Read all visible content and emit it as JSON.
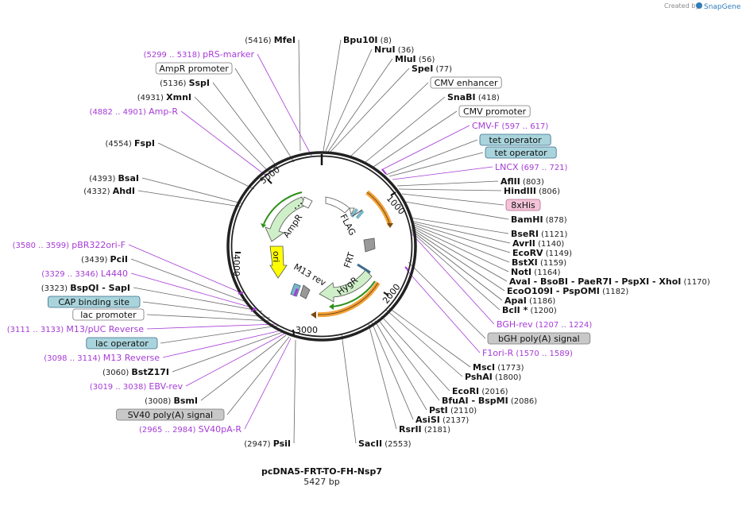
{
  "credit": {
    "prefix": "Created by",
    "brand": "SnapGene"
  },
  "plasmid": {
    "name": "pcDNA5-FRT-TO-FH-Nsp7",
    "length": "5427 bp"
  },
  "ring_ticks": [
    "1000",
    "2000",
    "3000",
    "4000",
    "5000"
  ],
  "features": {
    "ampr": "AmpR",
    "ori": "ori",
    "m13rev": "M13 rev",
    "hygr": "HygR",
    "frt": "FRT",
    "flag": "FLAG"
  },
  "colors": {
    "ampr": "#cfefc8",
    "ori": "#ffff00",
    "hygr": "#cfefc8",
    "orange": "#f2a23a",
    "green_arrow": "#2f8f1a",
    "primer": "#a63bd6",
    "box_blue": "#a9d4dc",
    "box_gray": "#c8c8c8",
    "box_pink": "#f3c3d8",
    "ring": "#222222"
  },
  "left_labels": [
    {
      "pos": "(5416)",
      "name": "MfeI"
    },
    {
      "range": "(5299 .. 5318)",
      "name": "pRS-marker",
      "kind": "primer"
    },
    {
      "name": "AmpR promoter",
      "kind": "box-white"
    },
    {
      "pos": "(5136)",
      "name": "SspI"
    },
    {
      "pos": "(4931)",
      "name": "XmnI"
    },
    {
      "range": "(4882 .. 4901)",
      "name": "Amp-R",
      "kind": "primer"
    },
    {
      "pos": "(4554)",
      "name": "FspI"
    },
    {
      "pos": "(4393)",
      "name": "BsaI"
    },
    {
      "pos": "(4332)",
      "name": "AhdI"
    },
    {
      "range": "(3580 .. 3599)",
      "name": "pBR322ori-F",
      "kind": "primer"
    },
    {
      "pos": "(3439)",
      "name": "PciI"
    },
    {
      "range": "(3329 .. 3346)",
      "name": "L4440",
      "kind": "primer"
    },
    {
      "pos": "(3323)",
      "name": "BspQI",
      "extra": "-  SapI"
    },
    {
      "name": "CAP binding site",
      "kind": "box-blue"
    },
    {
      "name": "lac promoter",
      "kind": "box-white"
    },
    {
      "range": "(3111 .. 3133)",
      "name": "M13/pUC Reverse",
      "kind": "primer"
    },
    {
      "name": "lac operator",
      "kind": "box-blue"
    },
    {
      "range": "(3098 .. 3114)",
      "name": "M13 Reverse",
      "kind": "primer"
    },
    {
      "pos": "(3060)",
      "name": "BstZ17I"
    },
    {
      "range": "(3019 .. 3038)",
      "name": "EBV-rev",
      "kind": "primer"
    },
    {
      "pos": "(3008)",
      "name": "BsmI"
    },
    {
      "name": "SV40 poly(A) signal",
      "kind": "box-gray"
    },
    {
      "range": "(2965 .. 2984)",
      "name": "SV40pA-R",
      "kind": "primer"
    },
    {
      "pos": "(2947)",
      "name": "PsiI"
    }
  ],
  "right_labels": [
    {
      "name": "Bpu10I",
      "pos": "(8)"
    },
    {
      "name": "NruI",
      "pos": "(36)"
    },
    {
      "name": "MluI",
      "pos": "(56)"
    },
    {
      "name": "SpeI",
      "pos": "(77)"
    },
    {
      "name": "CMV enhancer",
      "kind": "box-white"
    },
    {
      "name": "SnaBI",
      "pos": "(418)"
    },
    {
      "name": "CMV promoter",
      "kind": "box-white"
    },
    {
      "name": "CMV-F",
      "range": "(597 .. 617)",
      "kind": "primer"
    },
    {
      "name": "tet operator",
      "kind": "box-blue"
    },
    {
      "name": "tet operator",
      "kind": "box-blue"
    },
    {
      "name": "LNCX",
      "range": "(697 .. 721)",
      "kind": "primer"
    },
    {
      "name": "AflII",
      "pos": "(803)"
    },
    {
      "name": "HindIII",
      "pos": "(806)"
    },
    {
      "name": "8xHis",
      "kind": "box-pink"
    },
    {
      "name": "BamHI",
      "pos": "(878)"
    },
    {
      "name": "BseRI",
      "pos": "(1121)"
    },
    {
      "name": "AvrII",
      "pos": "(1140)"
    },
    {
      "name": "EcoRV",
      "pos": "(1149)"
    },
    {
      "name": "BstXI",
      "pos": "(1159)"
    },
    {
      "name": "NotI",
      "pos": "(1164)"
    },
    {
      "name": "AvaI",
      "extra": "-  BsoBI   -  PaeR7I   -  PspXI   -  XhoI",
      "pos": "(1170)"
    },
    {
      "name": "EcoO109I",
      "extra": "-  PspOMI",
      "pos": "(1182)"
    },
    {
      "name": "ApaI",
      "pos": "(1186)"
    },
    {
      "name": "BclI *",
      "pos": "(1200)"
    },
    {
      "name": "BGH-rev",
      "range": "(1207 .. 1224)",
      "kind": "primer"
    },
    {
      "name": "bGH poly(A) signal",
      "kind": "box-gray"
    },
    {
      "name": "F1ori-R",
      "range": "(1570 .. 1589)",
      "kind": "primer"
    },
    {
      "name": "MscI",
      "pos": "(1773)"
    },
    {
      "name": "PshAI",
      "pos": "(1800)"
    },
    {
      "name": "EcoRI",
      "pos": "(2016)"
    },
    {
      "name": "BfuAI",
      "extra": "-  BspMI",
      "pos": "(2086)"
    },
    {
      "name": "PstI",
      "pos": "(2110)"
    },
    {
      "name": "AsiSI",
      "pos": "(2137)"
    },
    {
      "name": "RsrII",
      "pos": "(2181)"
    },
    {
      "name": "SacII",
      "pos": "(2553)"
    }
  ]
}
